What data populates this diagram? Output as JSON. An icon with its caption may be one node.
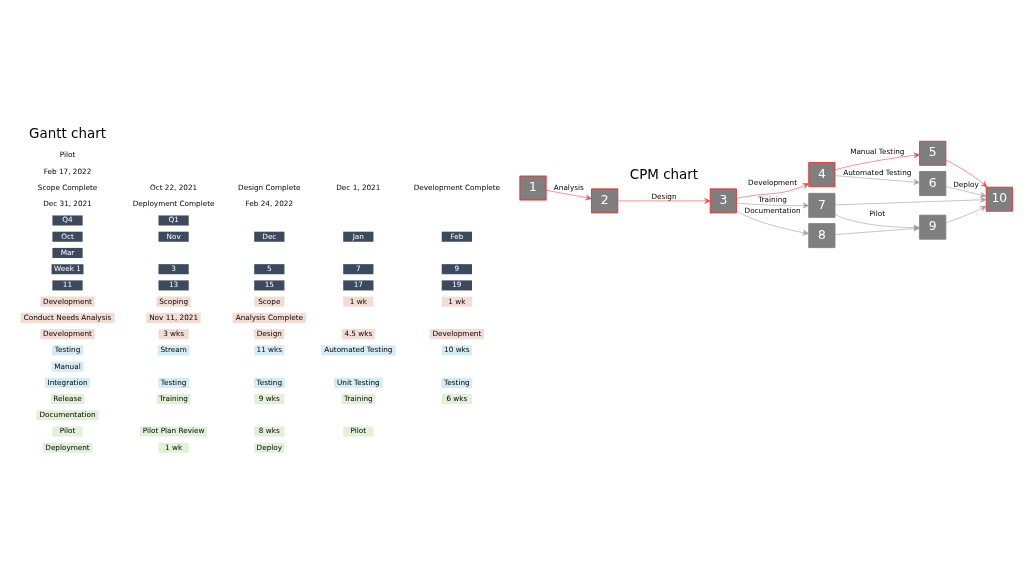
{
  "diagram": {
    "nodes": [
      {
        "text": [
          "1"
        ]
      },
      {
        "text": [
          "2"
        ]
      },
      {
        "text": [
          "3"
        ]
      },
      {
        "text": [
          "4"
        ]
      },
      {
        "text": [
          "5"
        ]
      },
      {
        "text": [
          "6"
        ]
      },
      {
        "text": [
          "7"
        ]
      },
      {
        "text": [
          "8"
        ]
      },
      {
        "text": [
          "9"
        ]
      },
      {
        "text": [
          "10"
        ]
      }
    ],
    "edges": [
      {
        "from": 0,
        "to": 1,
        "arrow": "to",
        "label": "Analysis",
        "color": "#ff3b3b"
      },
      {
        "from": 1,
        "to": 2,
        "arrow": "to",
        "label": "Design",
        "color": "#ff3b3b"
      },
      {
        "from": 2,
        "to": 3,
        "arrow": "to",
        "label": "Development",
        "color": "#ff3b3b"
      },
      {
        "from": 2,
        "to": 6,
        "arrow": "to",
        "label": "Training"
      },
      {
        "from": 2,
        "to": 7,
        "arrow": "to",
        "label": "Documentation"
      },
      {
        "from": 3,
        "to": 4,
        "arrow": "to",
        "label": "Manual Testing",
        "color": "#ff3b3b"
      },
      {
        "from": 3,
        "to": 5,
        "arrow": "to",
        "label": "Automated Testing"
      },
      {
        "from": 4,
        "to": 9,
        "arrow": "to",
        "color": "#ff3b3b"
      },
      {
        "from": 5,
        "to": 9,
        "arrow": "to",
        "label": "Deploy"
      },
      {
        "from": 6,
        "to": 9,
        "arrow": "to"
      },
      {
        "from": 6,
        "to": 8,
        "arrow": "to",
        "label": "Pilot"
      },
      {
        "from": 7,
        "to": 8,
        "arrow": "to"
      },
      {
        "from": 8,
        "to": 9,
        "arrow": "to"
      }
    ],
    "labels": [
      "Gantt chart",
      "Pilot",
      "Feb 17, 2022",
      "Scope Complete",
      "Oct 22, 2021",
      "Design Complete",
      "Dec 1, 2021",
      "Development Complete",
      "Dec 31, 2021",
      "Deployment Complete",
      "Feb 24, 2022",
      "Q4",
      "Q1",
      "Oct",
      "Nov",
      "Dec",
      "Jan",
      "Feb",
      "Mar",
      "Week 1",
      "3",
      "5",
      "7",
      "9",
      "11",
      "13",
      "15",
      "17",
      "19",
      "Development",
      "Scoping",
      "Scope",
      "1 wk",
      "1 wk",
      "Conduct Needs Analysis",
      "Nov 11, 2021",
      "Analysis Complete",
      "Development",
      "3 wks",
      "Design",
      "4.5 wks",
      "Development",
      "Testing",
      "Stream",
      "11 wks",
      "Automated Testing",
      "10 wks",
      "Manual",
      "Integration",
      "Testing",
      "Testing",
      "Unit Testing",
      "Testing",
      "Release",
      "Training",
      "9 wks",
      "Training",
      "6 wks",
      "Documentation",
      "Pilot",
      "Pilot Plan Review",
      "8 wks",
      "Pilot",
      "Deployment",
      "1 wk",
      "Deploy",
      "CPM chart"
    ]
  }
}
